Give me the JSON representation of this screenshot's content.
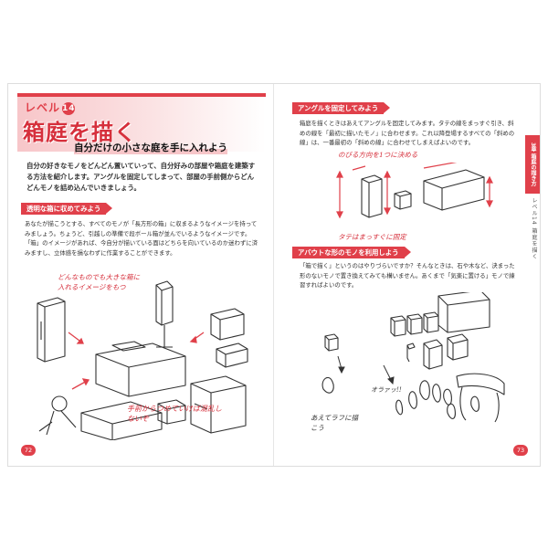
{
  "left_page": {
    "level_label": "レベル",
    "level_number": "14",
    "title": "箱庭を描く",
    "subtitle": "自分だけの小さな庭を手に入れよう",
    "intro": "自分の好きなモノをどんどん置いていって、自分好みの部屋や箱庭を建築する方法を紹介します。アングルを固定してしまって、部屋の手前側からどんどんモノを詰め込んでいきましょう。",
    "section_title": "透明な箱に収めてみよう",
    "section_body": "あなたが描こうとする、すべてのモノが「長方形の箱」に収まるようなイメージを持ってみましょう。ちょうど、引越しの準備で段ボール箱が並んでいるようなイメージです。「箱」のイメージがあれば、今自分が描いている面はどちらを向いているのか迷わずに済みますし、立体感を損なわずに作業することができます。",
    "note_top": "どんなものでも大きな箱に入れるイメージをもつ",
    "note_bottom": "手前からつめていけば混乱しないぞ",
    "page_number": "72"
  },
  "right_page": {
    "section1_title": "アングルを固定してみよう",
    "section1_body": "箱庭を描くときはあえてアングルを固定してみます。タテの線をまっすぐ引き、斜めの線を「最初に描いたモノ」に合わせます。これ以降登場するすべての「斜めの線」は、一番最初の「斜めの線」に合わせてしまえばよいのです。",
    "note_direction": "のびる方向を1つに決める",
    "note_vertical": "タテはまっすぐに固定",
    "section2_title": "アバウトな形のモノを利用しよう",
    "section2_body": "「箱で描く」というのはやりづらいですか？そんなときは、石や木など、決まった形のないモノで置き換えてみても構いません。あくまで「気楽に置ける」モノで練習すればよいのです。",
    "note_oops": "オラァッ!!",
    "note_stone": "あえてラフに描こう",
    "side_tab": "3章 箱庭の描き方",
    "side_label": "レベル14 箱庭を描く",
    "page_number": "73"
  },
  "colors": {
    "accent": "#e0404a",
    "accent_light": "#f7c6c9"
  }
}
